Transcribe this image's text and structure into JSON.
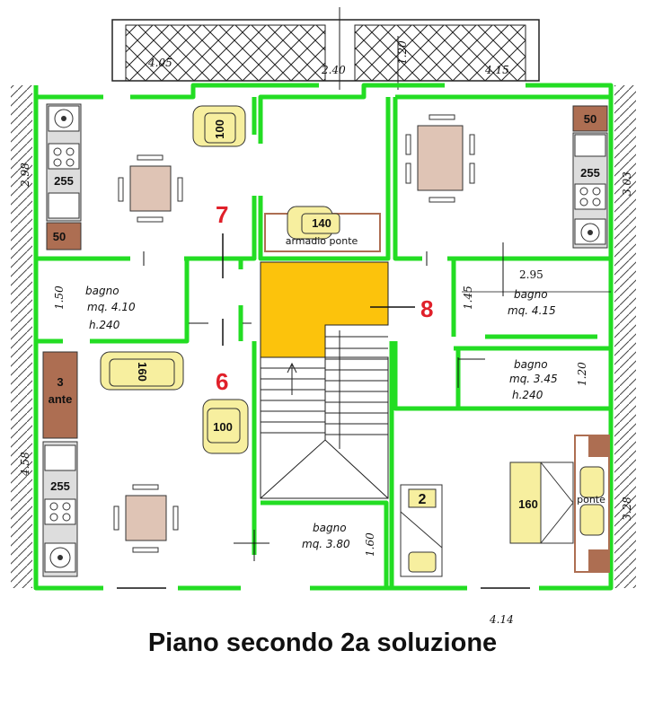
{
  "title": "Piano secondo 2a soluzione",
  "colors": {
    "wall": "#23dd23",
    "stair_landing": "#fcc30c",
    "furniture": "#f7ef9f",
    "wood": "#ad6e52",
    "table": "#dfc4b5",
    "red_marker": "#e0202a"
  },
  "markers": [
    "7",
    "6",
    "8"
  ],
  "dimensions": {
    "balcony_left": "4.05",
    "balcony_mid": "2.40",
    "balcony_right": "4.15",
    "balcony_depth": "1.20",
    "left_top": "2.98",
    "right_top": "3.03",
    "left_bottom": "4.58",
    "right_bottom": "3.28",
    "bagno_left_h": "1.50",
    "bagno_right_h": "1.45",
    "bagno_right_w": "2.95",
    "bagno_small_h": "1.20",
    "bagno_bottom_h": "1.60",
    "bottom": "4.14"
  },
  "rooms": {
    "bagno_left": {
      "name": "bagno",
      "area": "mq. 4.10",
      "height": "h.240"
    },
    "bagno_right": {
      "name": "bagno",
      "area": "mq. 4.15"
    },
    "bagno_small": {
      "name": "bagno",
      "area": "mq. 3.45",
      "height": "h.240"
    },
    "bagno_bottom": {
      "name": "bagno",
      "area": "mq. 3.80"
    }
  },
  "furniture": {
    "armchair_top": "100",
    "wardrobe": "140",
    "wardrobe_label": "armadio ponte",
    "wood_top_right": "50",
    "kitchen_top_right": "255",
    "kitchen_top_left": "255",
    "wood_left": "50",
    "sofa_left": "160",
    "wardrobe_3_num": "3",
    "wardrobe_3_label": "ante",
    "armchair_left": "100",
    "kitchen_bottom_left": "255",
    "bed_single": "2",
    "bed_double": "160",
    "bed_double_label": "ponte"
  }
}
